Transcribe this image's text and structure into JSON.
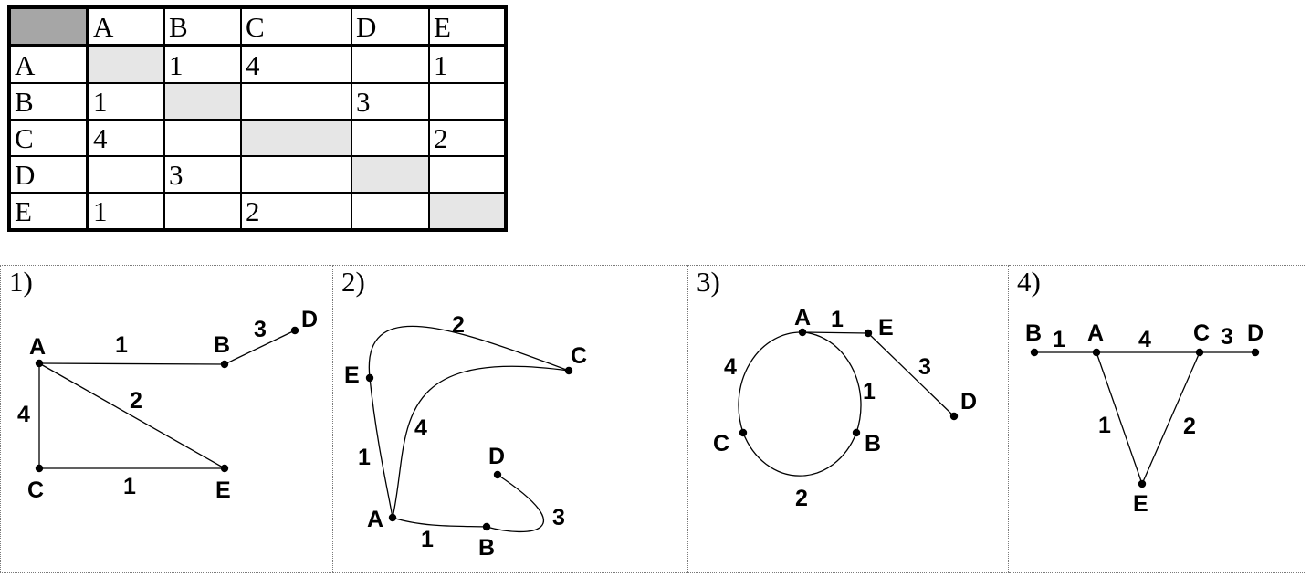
{
  "table": {
    "header": [
      "",
      "A",
      "B",
      "C",
      "D",
      "E"
    ],
    "rows": [
      [
        "A",
        "",
        "1",
        "4",
        "",
        "1"
      ],
      [
        "B",
        "1",
        "",
        "",
        "3",
        ""
      ],
      [
        "C",
        "4",
        "",
        "",
        "",
        "2"
      ],
      [
        "D",
        "",
        "3",
        "",
        "",
        ""
      ],
      [
        "E",
        "1",
        "",
        "2",
        "",
        ""
      ]
    ],
    "highlight_color": "#e6e6e6",
    "corner_color": "#a6a6a6"
  },
  "options": [
    {
      "label": "1)",
      "vertices": [
        "A",
        "B",
        "C",
        "D",
        "E"
      ],
      "edges": [
        {
          "from": "A",
          "to": "B",
          "weight": "1"
        },
        {
          "from": "B",
          "to": "D",
          "weight": "3"
        },
        {
          "from": "A",
          "to": "C",
          "weight": "4"
        },
        {
          "from": "A",
          "to": "E",
          "weight": "2"
        },
        {
          "from": "C",
          "to": "E",
          "weight": "1"
        }
      ]
    },
    {
      "label": "2)",
      "vertices": [
        "E",
        "C",
        "A",
        "B",
        "D"
      ],
      "edges": [
        {
          "from": "E",
          "to": "C",
          "weight": "2"
        },
        {
          "from": "E",
          "to": "A",
          "weight": "1"
        },
        {
          "from": "A",
          "to": "C",
          "weight": "4"
        },
        {
          "from": "A",
          "to": "B",
          "weight": "1"
        },
        {
          "from": "B",
          "to": "D",
          "weight": "3"
        }
      ]
    },
    {
      "label": "3)",
      "vertices": [
        "A",
        "E",
        "B",
        "C",
        "D"
      ],
      "edges": [
        {
          "from": "A",
          "to": "E",
          "weight": "1"
        },
        {
          "from": "E",
          "to": "D",
          "weight": "3"
        },
        {
          "from": "A",
          "to": "B",
          "weight": "1"
        },
        {
          "from": "A",
          "to": "C",
          "weight": "4"
        },
        {
          "from": "C",
          "to": "B",
          "weight": "2"
        }
      ]
    },
    {
      "label": "4)",
      "vertices": [
        "B",
        "A",
        "C",
        "D",
        "E"
      ],
      "edges": [
        {
          "from": "B",
          "to": "A",
          "weight": "1"
        },
        {
          "from": "A",
          "to": "C",
          "weight": "4"
        },
        {
          "from": "C",
          "to": "D",
          "weight": "3"
        },
        {
          "from": "A",
          "to": "E",
          "weight": "1"
        },
        {
          "from": "C",
          "to": "E",
          "weight": "2"
        }
      ]
    }
  ]
}
